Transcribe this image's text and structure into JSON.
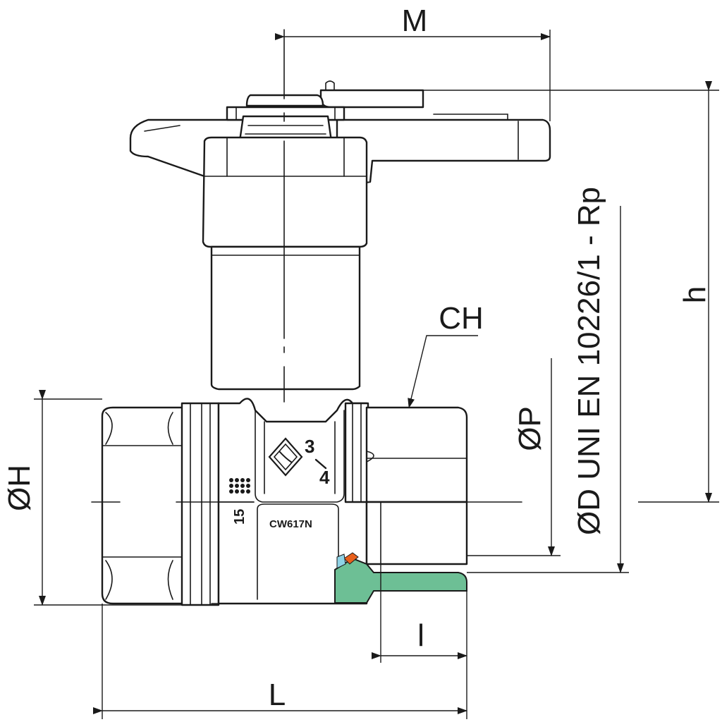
{
  "labels": {
    "M": "M",
    "h": "h",
    "CH": "CH",
    "OP": "ØP",
    "OD": "ØD UNI EN 10226/1 - Rp",
    "OH": "ØH",
    "l": "l",
    "L": "L"
  },
  "body_markings": {
    "size": "3/4",
    "size_num": "3",
    "size_den": "4",
    "pressure": "15",
    "material": "CW617N"
  },
  "colors": {
    "seat": "#6dbf95",
    "seal": "#e8601c",
    "insert": "#8fd3e6",
    "line": "#1a1a1a"
  }
}
